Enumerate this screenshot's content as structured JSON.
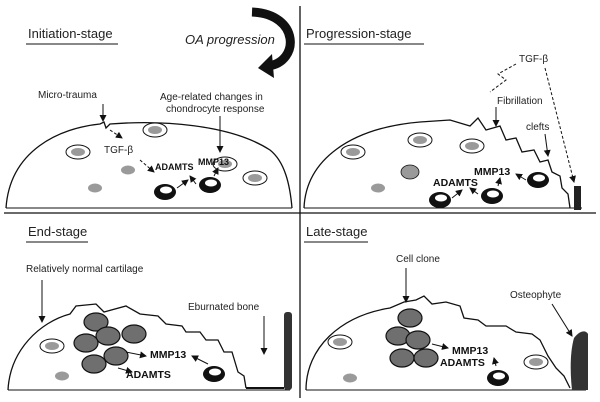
{
  "progression_label": "OA progression",
  "panels": {
    "initiation": {
      "title": "Initiation-stage",
      "micro_trauma": "Micro-trauma",
      "tgf": "TGF-β",
      "age_line1": "Age-related changes in",
      "age_line2": "chondrocyte response",
      "adamts": "ADAMTS",
      "mmp13": "MMP13"
    },
    "progression": {
      "title": "Progression-stage",
      "tgf": "TGF-β",
      "fibrillation": "Fibrillation",
      "clefts": "clefts",
      "mmp13": "MMP13",
      "adamts": "ADAMTS"
    },
    "end": {
      "title": "End-stage",
      "normal_cartilage": "Relatively normal cartilage",
      "eburnated_bone": "Eburnated bone",
      "mmp13": "MMP13",
      "adamts": "ADAMTS"
    },
    "late": {
      "title": "Late-stage",
      "cell_clone": "Cell clone",
      "osteophyte": "Osteophyte",
      "mmp13": "MMP13",
      "adamts": "ADAMTS"
    }
  },
  "colors": {
    "ink": "#111111",
    "cell_gray": "#9a9a9a",
    "cluster_gray": "#6f6f6f"
  }
}
